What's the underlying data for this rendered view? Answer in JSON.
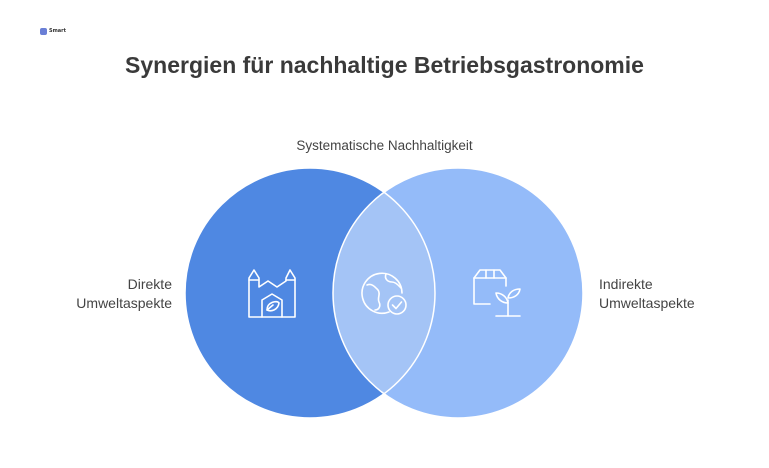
{
  "brand": {
    "logo_text": "Smart"
  },
  "title": "Synergien für nachhaltige Betriebsgastronomie",
  "labels": {
    "top": "Systematische Nachhaltigkeit",
    "left_line1": "Direkte",
    "left_line2": "Umweltaspekte",
    "right_line1": "Indirekte",
    "right_line2": "Umweltaspekte"
  },
  "colors": {
    "left_circle": "#4f88e2",
    "right_circle": "#94bbf9",
    "overlap": "#a4c4f6",
    "icon_stroke": "#ffffff"
  },
  "icons": {
    "left": "factory-leaf-icon",
    "center": "globe-check-icon",
    "right": "box-sprout-icon"
  }
}
